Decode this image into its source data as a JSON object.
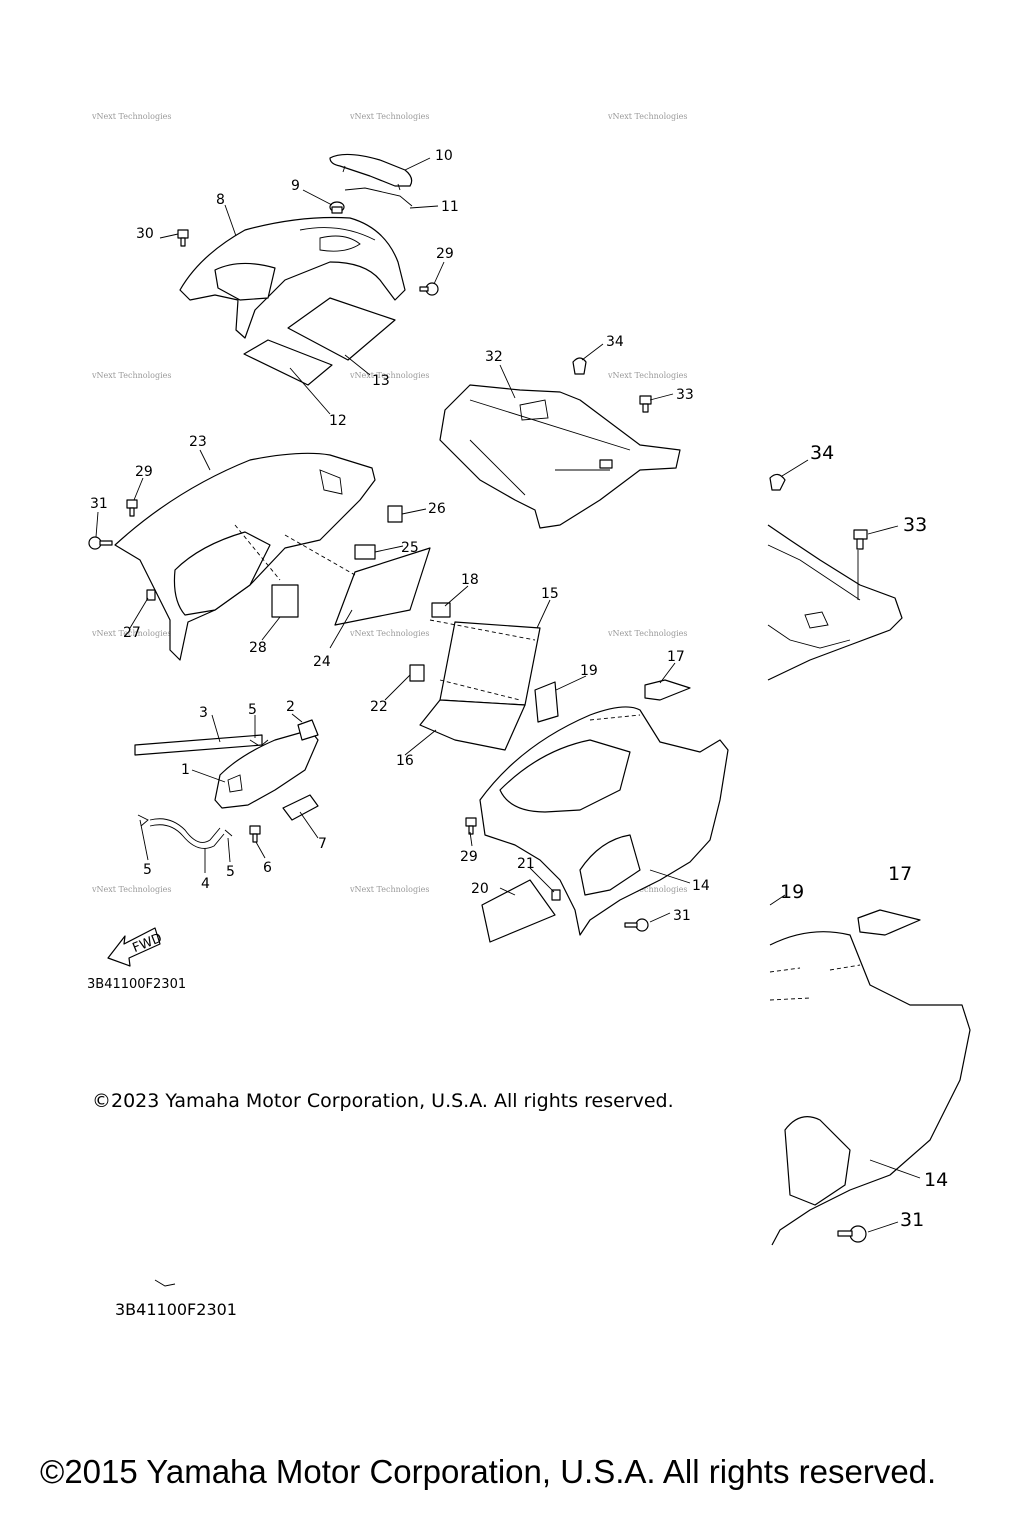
{
  "watermark": "vNext Technologies",
  "callouts": [
    "1",
    "2",
    "3",
    "4",
    "5",
    "6",
    "7",
    "8",
    "9",
    "10",
    "11",
    "12",
    "13",
    "14",
    "15",
    "16",
    "17",
    "18",
    "19",
    "20",
    "21",
    "22",
    "23",
    "24",
    "25",
    "26",
    "27",
    "28",
    "29",
    "30",
    "31",
    "32",
    "33",
    "34"
  ],
  "inset_callouts": [
    "34",
    "33",
    "19",
    "17",
    "14",
    "31"
  ],
  "fwd_label": "FWD",
  "diagram_code": "3B41100F2301",
  "copyright_main": "©2023 Yamaha Motor Corporation, U.S.A. All rights reserved.",
  "copyright_footer": "©2015 Yamaha Motor Corporation, U.S.A. All rights reserved."
}
